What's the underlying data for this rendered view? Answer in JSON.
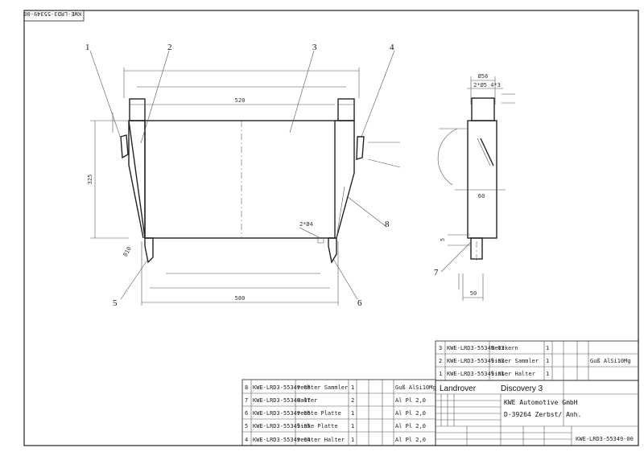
{
  "sheet_code": "KWE-LRD3-55349-00",
  "balloons": {
    "b1": "1",
    "b2": "2",
    "b3": "3",
    "b4": "4",
    "b5": "5",
    "b6": "6",
    "b7": "7",
    "b8": "8"
  },
  "dimensions": {
    "width_520": "520",
    "height_325": "325",
    "side_056": "Ø56",
    "side_holes": "2*Ø5 4*3",
    "side_60": "60",
    "side_50": "50",
    "front_2x04": "2*Ø4",
    "left_810": "810",
    "bottom_580": "580",
    "side_5": "5"
  },
  "bom_upper": [
    {
      "pos": "3",
      "part": "KWE-LRD3-55349-03",
      "name": "Netzkern",
      "qty": "1",
      "material": ""
    },
    {
      "pos": "2",
      "part": "KWE-LRD3-55349-02",
      "name": "linker Sammler",
      "qty": "1",
      "material": "Guß AlSi10Mg"
    },
    {
      "pos": "1",
      "part": "KWE-LRD3-55349-01",
      "name": "linker Halter",
      "qty": "1",
      "material": ""
    }
  ],
  "bom_lower": [
    {
      "pos": "8",
      "part": "KWE-LRD3-55349-08",
      "name": "rechter Sammler",
      "qty": "1",
      "material": "Guß AlSi10Mg"
    },
    {
      "pos": "7",
      "part": "KWE-LRD3-55349-07",
      "name": "Halter",
      "qty": "2",
      "material": "Al Pl 2,0"
    },
    {
      "pos": "6",
      "part": "KWE-LRD3-55349-06",
      "name": "rechte Platte",
      "qty": "1",
      "material": "Al Pl 2,0"
    },
    {
      "pos": "5",
      "part": "KWE-LRD3-55349-05",
      "name": "linke Platte",
      "qty": "1",
      "material": "Al Pl 2,0"
    },
    {
      "pos": "4",
      "part": "KWE-LRD3-55349-04",
      "name": "rechter Halter",
      "qty": "1",
      "material": "Al Pl 2,0"
    }
  ],
  "title_block": {
    "make": "Landrover",
    "model": "Discovery 3",
    "company": "KWE Automotive GmbH",
    "address": "D-39264 Zerbst/ Anh.",
    "drawing_no": "KWE-LRD3-55349-00"
  }
}
